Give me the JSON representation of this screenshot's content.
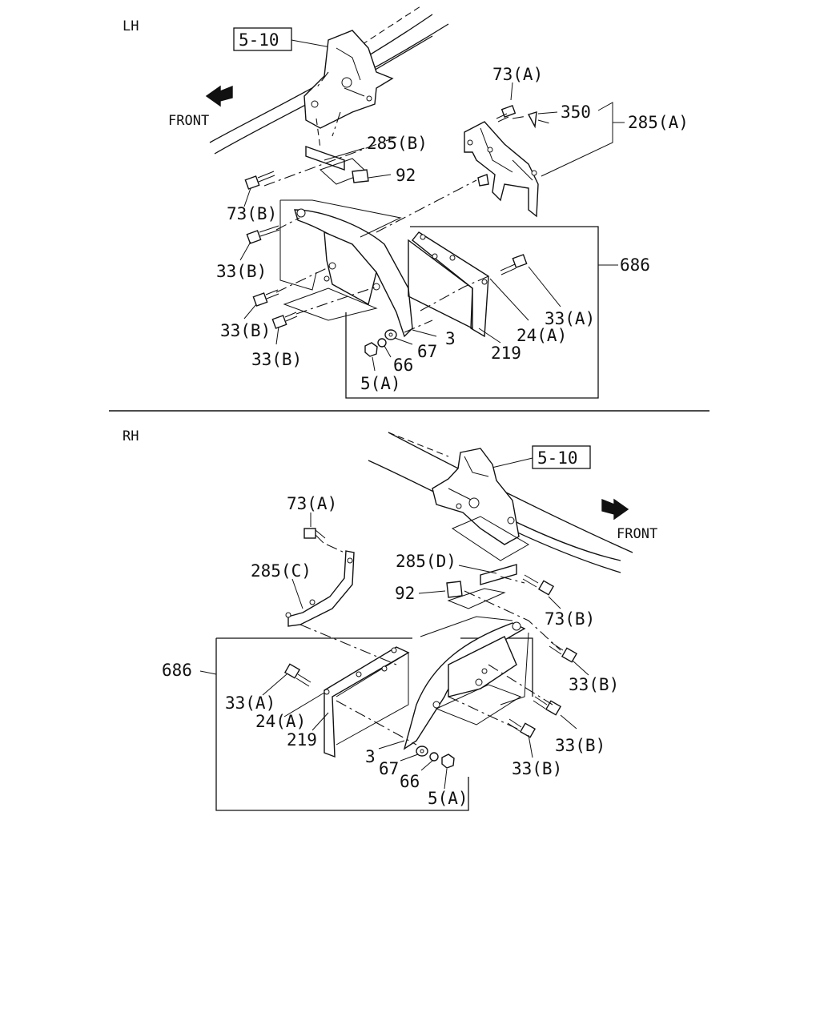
{
  "lh": {
    "section_label": "LH",
    "front_label": "FRONT",
    "ref_box": "5-10",
    "labels": {
      "p73a": "73(A)",
      "p350": "350",
      "p285a": "285(A)",
      "p285b": "285(B)",
      "p92": "92",
      "p73b": "73(B)",
      "p33b_1": "33(B)",
      "p33b_2": "33(B)",
      "p33b_3": "33(B)",
      "p686": "686",
      "p33a": "33(A)",
      "p24a": "24(A)",
      "p3": "3",
      "p219": "219",
      "p67": "67",
      "p66": "66",
      "p5a": "5(A)"
    }
  },
  "rh": {
    "section_label": "RH",
    "front_label": "FRONT",
    "ref_box": "5-10",
    "labels": {
      "p73a": "73(A)",
      "p285d": "285(D)",
      "p285c": "285(C)",
      "p92": "92",
      "p73b": "73(B)",
      "p686": "686",
      "p33b_1": "33(B)",
      "p33a": "33(A)",
      "p24a": "24(A)",
      "p33b_2": "33(B)",
      "p219": "219",
      "p3": "3",
      "p33b_3": "33(B)",
      "p67": "67",
      "p66": "66",
      "p5a": "5(A)"
    }
  }
}
